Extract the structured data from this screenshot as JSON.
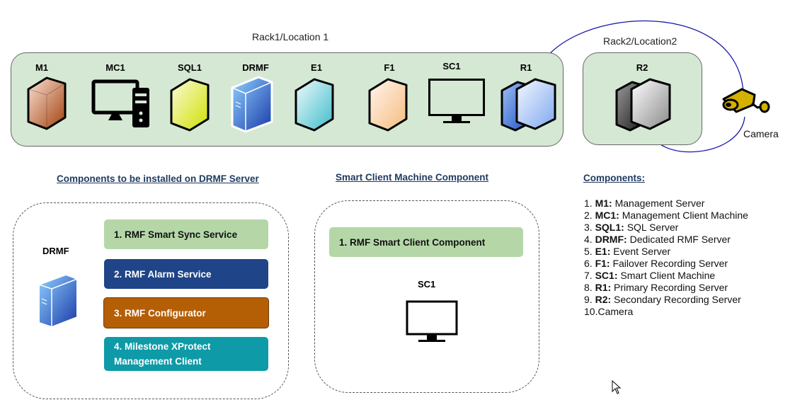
{
  "rack1": {
    "title": "Rack1/Location 1",
    "nodes": [
      {
        "id": "M1",
        "label": "M1",
        "kind": "server",
        "color": "#b84a12"
      },
      {
        "id": "MC1",
        "label": "MC1",
        "kind": "workstation"
      },
      {
        "id": "SQL1",
        "label": "SQL1",
        "kind": "server",
        "color": "#d7e814"
      },
      {
        "id": "DRMF",
        "label": "DRMF",
        "kind": "server",
        "color": "#2a63d8"
      },
      {
        "id": "E1",
        "label": "E1",
        "kind": "server",
        "color": "#56c5d0"
      },
      {
        "id": "F1",
        "label": "F1",
        "kind": "server",
        "color": "#f5c58f"
      },
      {
        "id": "SC1",
        "label": "SC1",
        "kind": "monitor"
      },
      {
        "id": "R1",
        "label": "R1",
        "kind": "dual-server",
        "color": "#6f9ff0"
      }
    ]
  },
  "rack2": {
    "title": "Rack2/Location2",
    "nodes": [
      {
        "id": "R2",
        "label": "R2",
        "kind": "dual-server",
        "color": "#9a9a9a"
      }
    ]
  },
  "camera": {
    "label": "Camera",
    "color": "#d4b000"
  },
  "drmf_section": {
    "title": "Components to be installed on DRMF Server",
    "server_label": "DRMF",
    "components": [
      {
        "label": "1. RMF Smart Sync Service",
        "bg": "#b5d7a8",
        "fg": "#111111"
      },
      {
        "label": "2. RMF Alarm Service",
        "bg": "#1f4487",
        "fg": "#ffffff"
      },
      {
        "label": "3.  RMF Configurator",
        "bg": "#b45f06",
        "fg": "#ffffff"
      },
      {
        "label": "4. Milestone XProtect Management Client",
        "bg": "#0e9aa7",
        "fg": "#ffffff"
      }
    ]
  },
  "smart_client_section": {
    "title": "Smart Client Machine Component",
    "machine_label": "SC1",
    "components": [
      {
        "label": "1. RMF Smart Client Component",
        "bg": "#b5d7a8",
        "fg": "#111111"
      }
    ]
  },
  "legend": {
    "title": "Components:",
    "items": [
      {
        "num": "1.",
        "key": "M1:",
        "desc": "Management Server"
      },
      {
        "num": "2.",
        "key": "MC1:",
        "desc": "Management Client Machine"
      },
      {
        "num": "3.",
        "key": "SQL1:",
        "desc": "SQL Server"
      },
      {
        "num": "4.",
        "key": "DRMF:",
        "desc": "Dedicated RMF Server"
      },
      {
        "num": "5.",
        "key": "E1:",
        "desc": "Event Server"
      },
      {
        "num": "6.",
        "key": "F1:",
        "desc": "Failover Recording Server"
      },
      {
        "num": "7.",
        "key": "SC1:",
        "desc": "Smart Client Machine"
      },
      {
        "num": "8.",
        "key": "R1:",
        "desc": "Primary Recording Server"
      },
      {
        "num": "9.",
        "key": "R2:",
        "desc": "Secondary Recording Server"
      },
      {
        "num": "10.",
        "key": "",
        "desc": "Camera"
      }
    ]
  },
  "connection_color": "#1a1aa8"
}
